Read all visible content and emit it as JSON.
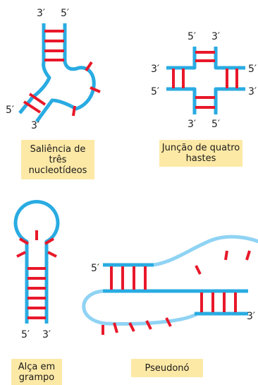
{
  "colors": {
    "strand": "#29abe2",
    "strand_light": "#8fd3f4",
    "base_pair": "#e8182a",
    "caption_bg": "#fde9a6"
  },
  "end_labels": {
    "three_prime": "3′",
    "five_prime": "5′"
  },
  "structures": [
    {
      "id": "bulge",
      "caption": "Saliência de três nucleotídeos"
    },
    {
      "id": "junction",
      "caption": "Junção de quatro hastes"
    },
    {
      "id": "hairpin",
      "caption": "Alça em grampo"
    },
    {
      "id": "pseudoknot",
      "caption": "Pseudonó"
    }
  ]
}
